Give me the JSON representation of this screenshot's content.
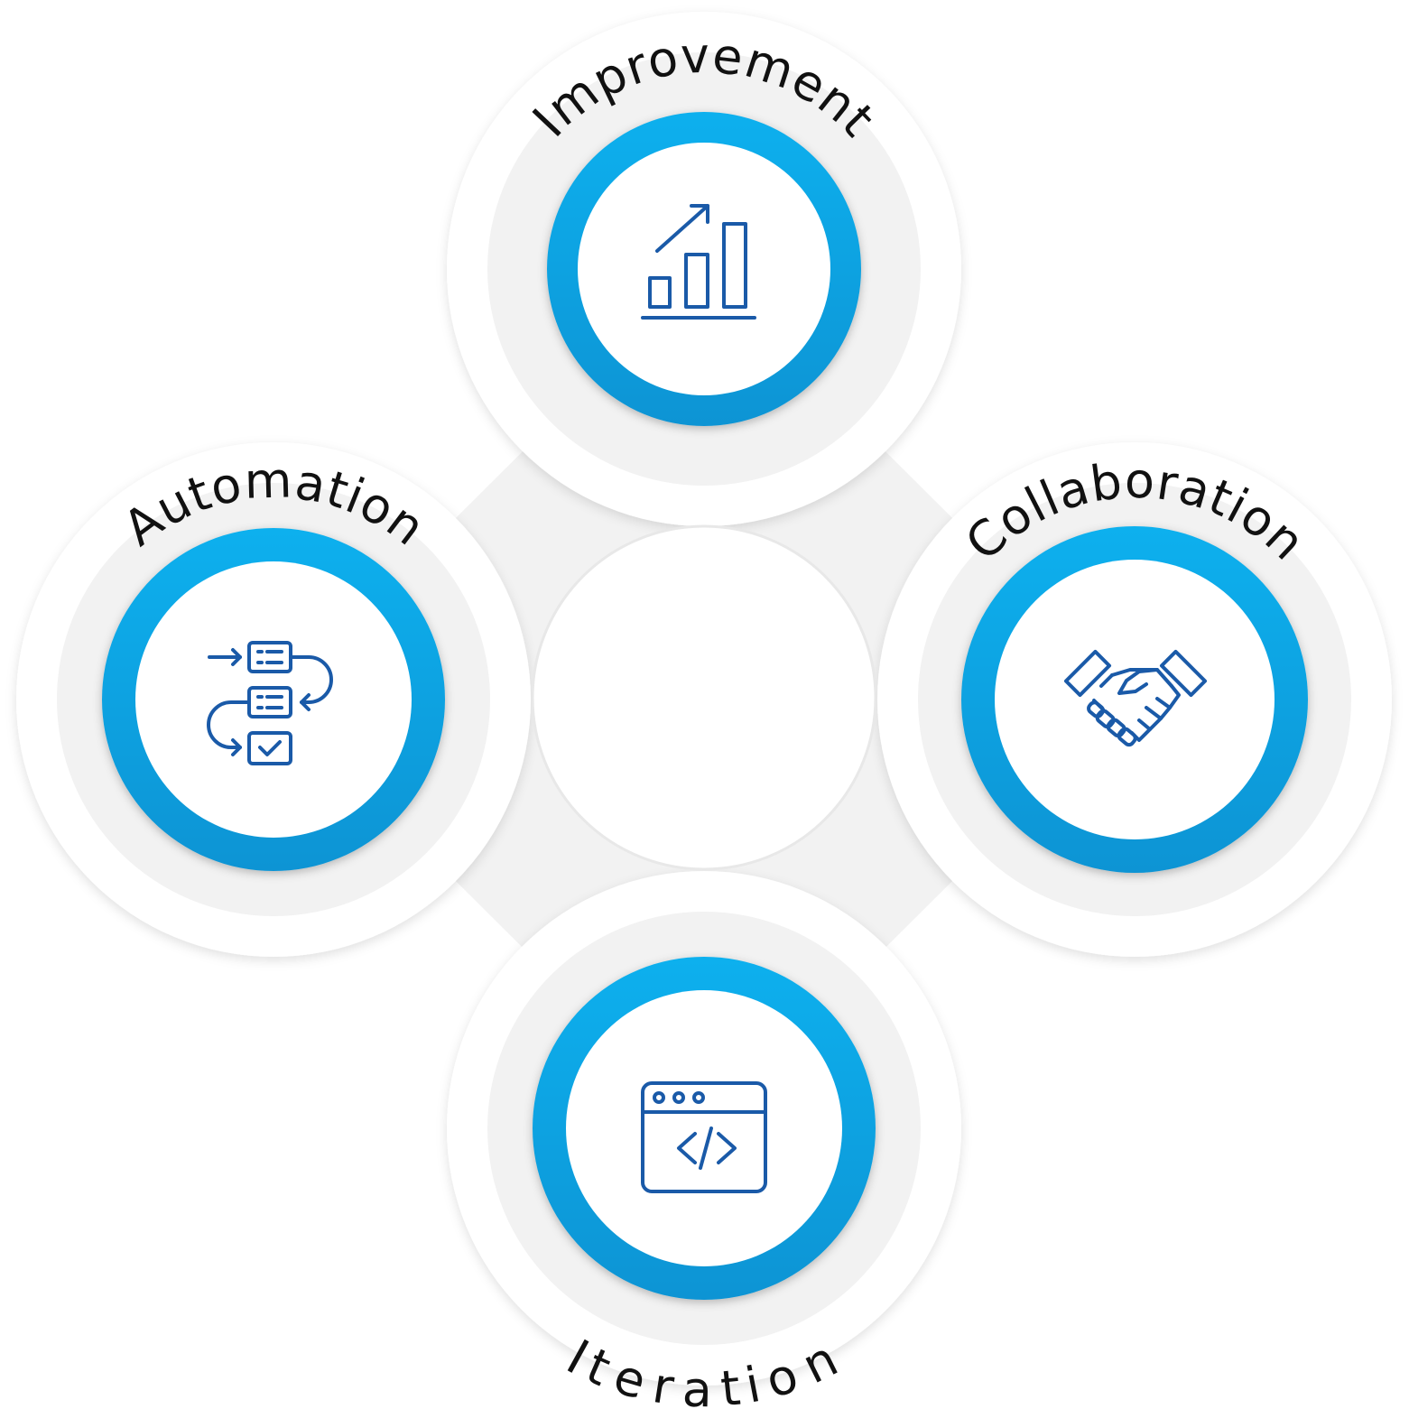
{
  "diagram": {
    "nodes": [
      {
        "id": "top",
        "label": "Improvement",
        "icon": "bar-chart-growth-icon"
      },
      {
        "id": "right",
        "label": "Collaboration",
        "icon": "handshake-icon"
      },
      {
        "id": "bottom",
        "label": "Iteration",
        "icon": "code-window-icon"
      },
      {
        "id": "left",
        "label": "Automation",
        "icon": "workflow-icon"
      }
    ]
  },
  "colors": {
    "ring": "#0ba8e8",
    "ring_dark": "#0a8fcf",
    "icon": "#1a5aa8",
    "panel": "#f2f2f2",
    "outer": "#ffffff"
  }
}
